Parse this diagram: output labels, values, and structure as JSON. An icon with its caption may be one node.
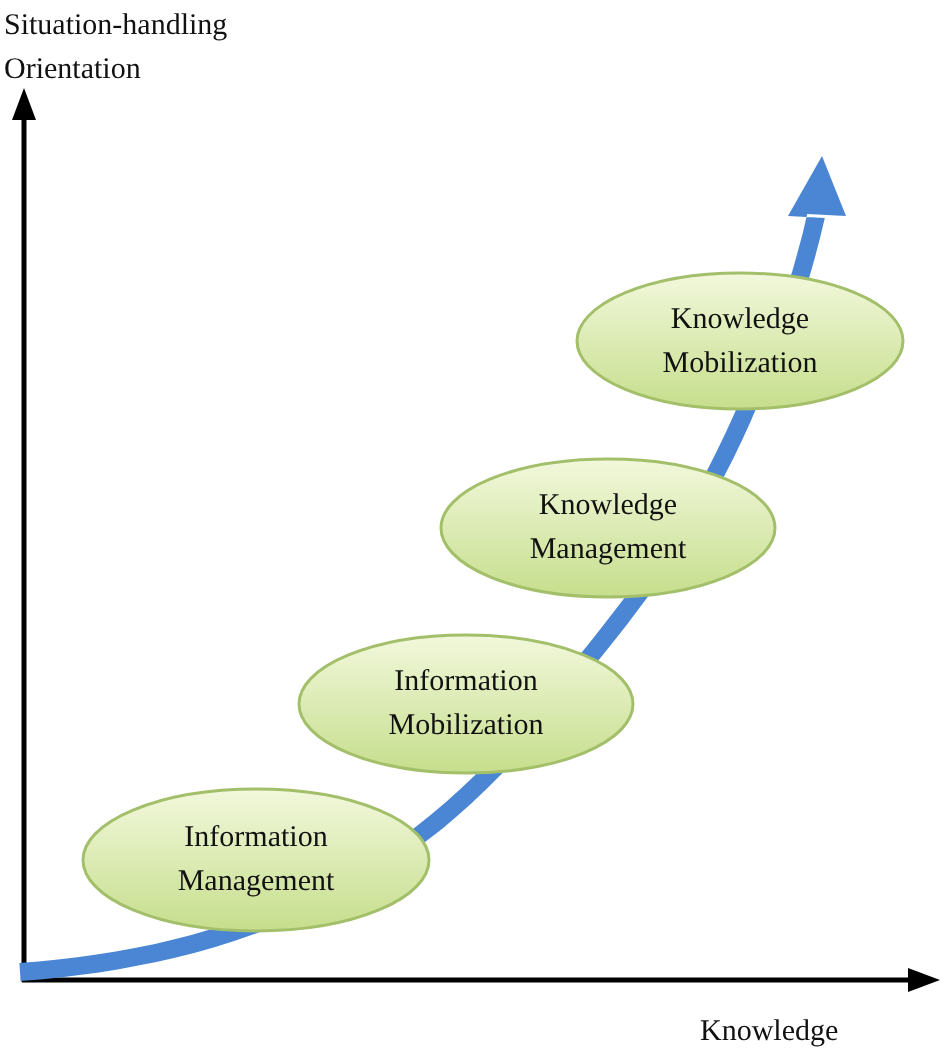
{
  "diagram": {
    "nodes": [
      {
        "text": [
          "Information Management"
        ]
      },
      {
        "text": [
          "Information Mobilization"
        ]
      },
      {
        "text": [
          "Knowledge Management"
        ]
      },
      {
        "text": [
          "Knowledge Mobilization"
        ]
      }
    ],
    "labels": [
      "Situation-handling Orientation",
      "Knowledge"
    ]
  }
}
